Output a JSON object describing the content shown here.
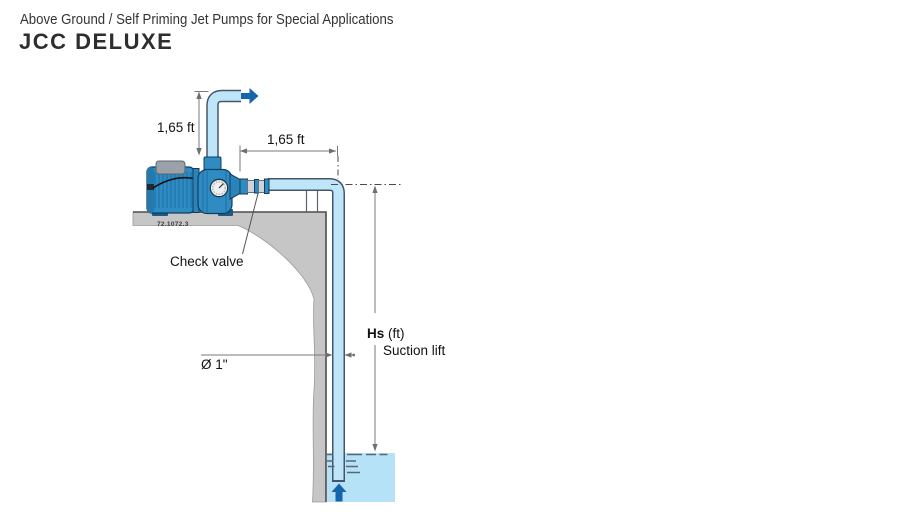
{
  "header": {
    "subtitle": "Above Ground / Self Priming Jet Pumps for Special Applications",
    "title": "JCC DELUXE"
  },
  "diagram": {
    "dimensions": {
      "discharge_height": "1,65 ft",
      "horizontal_offset": "1,65 ft",
      "suction_pipe_diameter": "Ø 1\"",
      "suction_head_symbol": "Hs",
      "suction_head_unit": " (ft)",
      "suction_head_caption": "Suction lift"
    },
    "annotations": {
      "check_valve": "Check valve",
      "drawing_code": "72.1072.3"
    },
    "colors": {
      "pump_blue": "#2f8cc3",
      "pump_outline": "#123c5c",
      "pipe_fill": "#bee6f8",
      "pipe_outline": "#44566b",
      "water": "#b5e2f7",
      "flow_arrow_blue": "#1565ad",
      "ground_gray": "#c6c6c6",
      "silver_fitting": "#cfd4d9",
      "motor_cap_gray": "#9aa1a8",
      "dimension_gray": "#7a7a7a"
    }
  }
}
